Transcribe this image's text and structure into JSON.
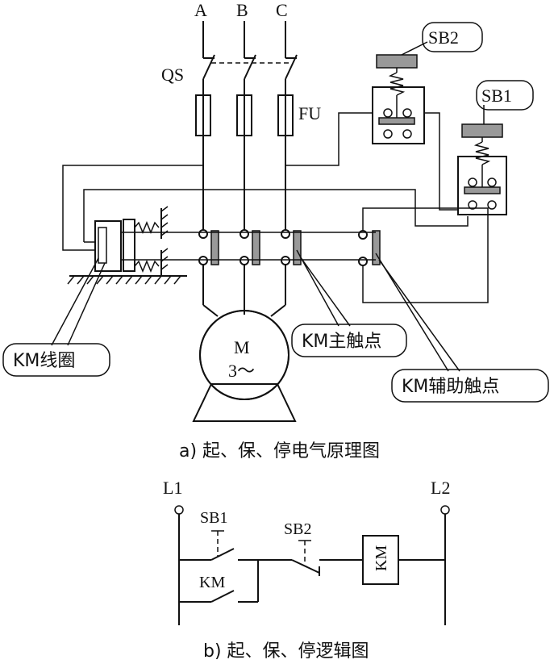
{
  "diagram_a": {
    "phase_a": "A",
    "phase_b": "B",
    "phase_c": "C",
    "switch_label": "QS",
    "fuse_label": "FU",
    "button_sb1": "SB1",
    "button_sb2": "SB2",
    "motor_label": "M",
    "motor_phase": "3～",
    "coil_callout": "KM线圈",
    "main_contact_callout": "KM主触点",
    "aux_contact_callout": "KM辅助触点",
    "caption": "a) 起、保、停电气原理图"
  },
  "diagram_b": {
    "line_l1": "L1",
    "line_l2": "L2",
    "button_sb1": "SB1",
    "button_sb2": "SB2",
    "hold_contact": "KM",
    "coil": "KM",
    "caption": "b) 起、保、停逻辑图"
  }
}
